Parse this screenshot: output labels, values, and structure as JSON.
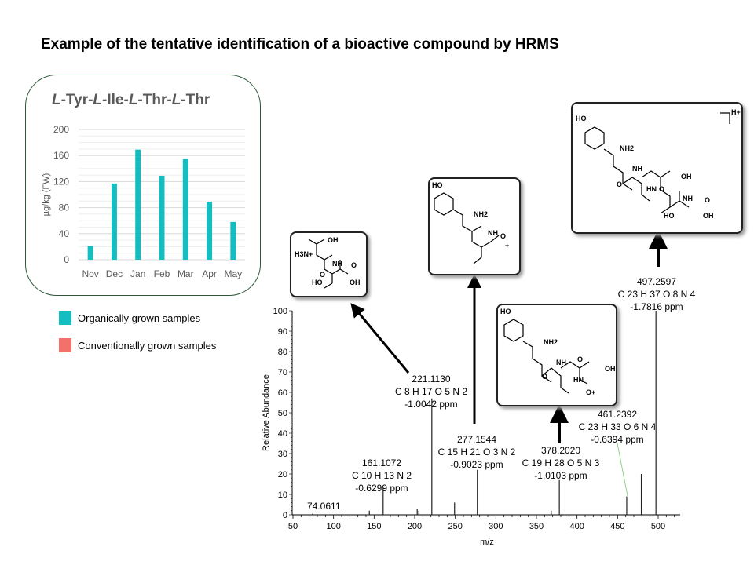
{
  "title": "Example of the tentative identification of a bioactive compound by HRMS",
  "legend": [
    {
      "label": "Organically grown samples",
      "color": "#14bdc0"
    },
    {
      "label": "Conventionally grown samples",
      "color": "#f4716b"
    }
  ],
  "structure_labels": {
    "box1": [
      "OH",
      "H3N+",
      "NH",
      "O",
      "O",
      "HO",
      "OH"
    ],
    "box2": [
      "HO",
      "NH2",
      "NH",
      "O",
      "+"
    ],
    "box3": [
      "HO",
      "NH2",
      "NH",
      "O",
      "O",
      "OH",
      "HN",
      "O+"
    ],
    "box4": [
      "HO",
      "NH2",
      "NH",
      "O",
      "OH",
      "HN",
      "NH",
      "O",
      "O",
      "HO",
      "OH",
      "H+"
    ]
  },
  "chart_data": [
    {
      "type": "bar",
      "title": "L-Tyr-L-Ile-L-Thr-L-Thr",
      "title_parts": [
        "L",
        "-Tyr-",
        "L",
        "-Ile-",
        "L",
        "-Thr-",
        "L",
        "-Thr"
      ],
      "categories": [
        "Nov",
        "Dec",
        "Jan",
        "Feb",
        "Mar",
        "Apr",
        "May"
      ],
      "values": [
        21,
        117,
        169,
        129,
        155,
        89,
        58
      ],
      "ylabel": "µg/kg (FW)",
      "xlabel": "",
      "ylim": [
        0,
        200
      ],
      "yticks": [
        0,
        40,
        80,
        120,
        160,
        200
      ],
      "color": "#14bdc0",
      "grid": true
    },
    {
      "type": "bar",
      "subtype": "mass-spectrum",
      "xlabel": "m/z",
      "ylabel": "Relative Abundance",
      "xlim": [
        50,
        525
      ],
      "ylim": [
        0,
        100
      ],
      "xticks": [
        50,
        100,
        150,
        200,
        250,
        300,
        350,
        400,
        450,
        500
      ],
      "yticks": [
        0,
        10,
        20,
        30,
        40,
        50,
        60,
        70,
        80,
        90,
        100
      ],
      "peaks": [
        {
          "mz": 74.06,
          "intensity": 0.5
        },
        {
          "mz": 144.1,
          "intensity": 2
        },
        {
          "mz": 161.1072,
          "intensity": 13
        },
        {
          "mz": 203.1,
          "intensity": 3
        },
        {
          "mz": 205.1,
          "intensity": 2
        },
        {
          "mz": 221.113,
          "intensity": 57
        },
        {
          "mz": 249.1,
          "intensity": 6
        },
        {
          "mz": 277.1544,
          "intensity": 22
        },
        {
          "mz": 368.2,
          "intensity": 2
        },
        {
          "mz": 378.202,
          "intensity": 17
        },
        {
          "mz": 461.2392,
          "intensity": 9
        },
        {
          "mz": 479.25,
          "intensity": 20
        },
        {
          "mz": 497.2597,
          "intensity": 100
        }
      ],
      "annotations": [
        {
          "mz": "74.0611",
          "formula": "",
          "ppm": ""
        },
        {
          "mz": "161.1072",
          "formula": "C 10 H 13 N 2",
          "ppm": "-0.6299 ppm"
        },
        {
          "mz": "221.1130",
          "formula": "C 8 H 17 O 5 N 2",
          "ppm": "-1.0042 ppm"
        },
        {
          "mz": "277.1544",
          "formula": "C 15 H 21 O 3 N 2",
          "ppm": "-0.9023 ppm"
        },
        {
          "mz": "378.2020",
          "formula": "C 19 H 28 O 5 N 3",
          "ppm": "-1.0103 ppm"
        },
        {
          "mz": "461.2392",
          "formula": "C 23 H 33 O 6 N 4",
          "ppm": "-0.6394 ppm"
        },
        {
          "mz": "497.2597",
          "formula": "C 23 H 37 O 8 N 4",
          "ppm": "-1.7816 ppm"
        }
      ]
    }
  ]
}
